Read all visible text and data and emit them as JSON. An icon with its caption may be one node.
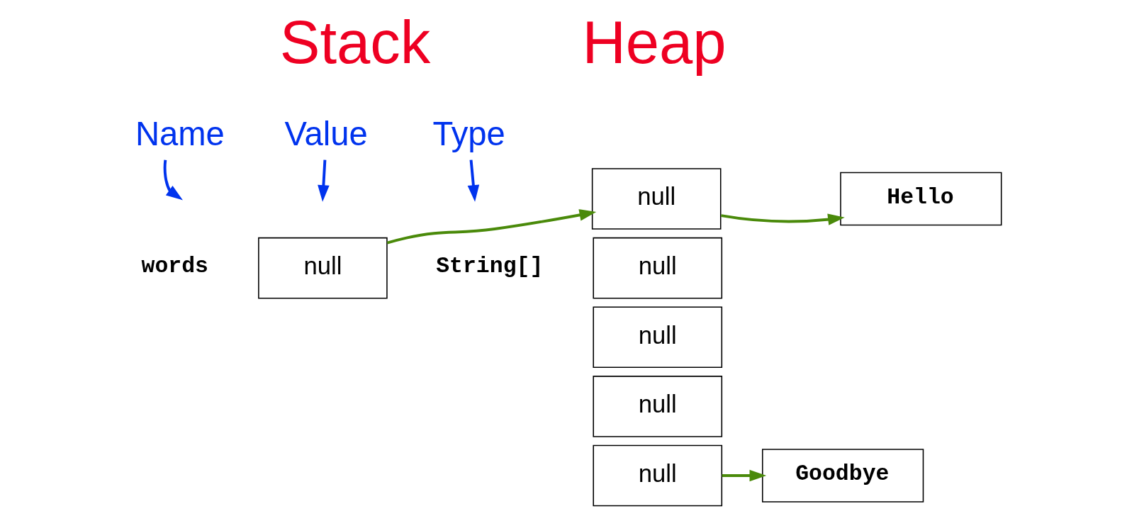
{
  "diagram": {
    "nodes": [
      {
        "text": [
          "Name"
        ]
      },
      {
        "text": [
          "Value"
        ]
      },
      {
        "text": [
          "Type"
        ]
      },
      {
        "text": [
          "null"
        ],
        "beside": [
          "words",
          "String[]"
        ]
      },
      {
        "text": [
          "null"
        ]
      },
      {
        "text": [
          "null"
        ]
      },
      {
        "text": [
          "null"
        ]
      },
      {
        "text": [
          "null"
        ]
      },
      {
        "text": [
          "null"
        ]
      },
      {
        "text": [
          "Hello"
        ]
      },
      {
        "text": [
          "Goodbye"
        ]
      }
    ],
    "edges": [
      {
        "from": 0,
        "to": null,
        "arrow": "to",
        "color": "#0033ee"
      },
      {
        "from": 1,
        "to": null,
        "arrow": "to",
        "color": "#0033ee"
      },
      {
        "from": 2,
        "to": null,
        "arrow": "to",
        "color": "#0033ee"
      },
      {
        "from": 3,
        "to": 4,
        "arrow": "to",
        "color": "#4a8a0a"
      },
      {
        "from": 4,
        "to": 9,
        "arrow": "to",
        "color": "#4a8a0a"
      },
      {
        "from": 8,
        "to": 10,
        "arrow": "to",
        "color": "#4a8a0a"
      }
    ],
    "labels": [
      "Stack",
      "Heap"
    ]
  }
}
